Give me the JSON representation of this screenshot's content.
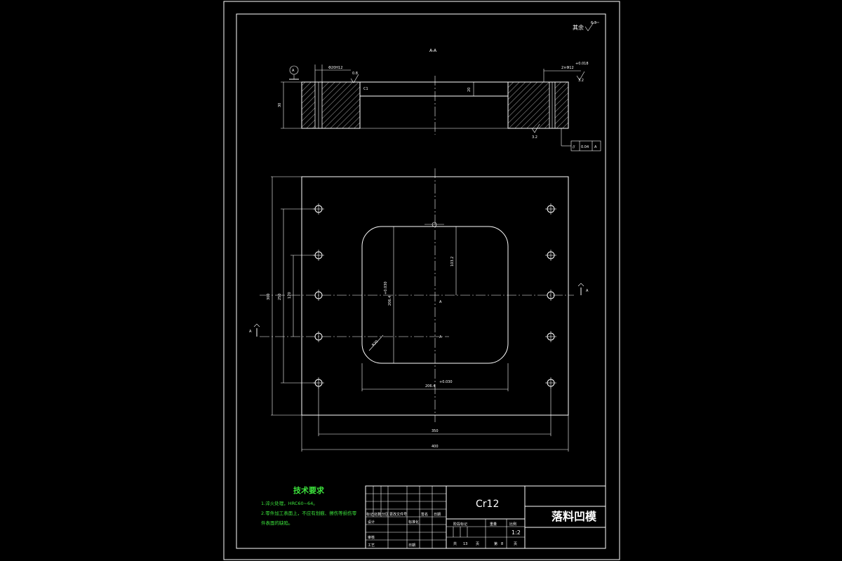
{
  "section_label": "A-A",
  "roughness_note": "其余",
  "roughness_note_value": "6.3",
  "datum": "A",
  "section_view": {
    "dim_left_hole": "Φ20H12",
    "dim_right_hole": "2×Φ12",
    "dim_right_hole_tol": "+0.018",
    "roughness_top": "0.8",
    "roughness_right": "3.2",
    "roughness_bottom": "3.2",
    "thickness": "30",
    "step_depth": "20",
    "chamfer": "C1",
    "tolerance_frame": [
      "//",
      "0.04",
      "A"
    ]
  },
  "plan_view": {
    "dim_height_outer": "300",
    "dim_height_holes": "250",
    "dim_height_mid": "120",
    "dim_opening_height": "206.4",
    "dim_opening_height_tol": "+0.030",
    "dim_half_height": "103.2",
    "dim_opening_width": "206.4",
    "dim_opening_width_tol": "+0.030",
    "dim_radius": "R30",
    "dim_width_holes": "350",
    "dim_width_outer": "400",
    "cut_label": "A",
    "center_label": "A"
  },
  "tech_requirements": {
    "title": "技术要求",
    "lines": [
      "1.淬火处理，HRC60~64。",
      "2.零件加工表面上，不应有划痕、擦伤等损伤零",
      "件表面的缺陷。"
    ]
  },
  "title_block": {
    "material": "Cr12",
    "part_name": "落料凹模",
    "row_marks": [
      "标记",
      "处数",
      "分区",
      "更改文件号",
      "签名",
      "日期"
    ],
    "designer_label": "设计",
    "std_label": "标准化",
    "review_label": "审核",
    "process_label": "工艺",
    "approve_label": "批准",
    "date_label": "日期",
    "stage_label": "阶段标记",
    "weight_label": "重量",
    "scale_label": "比例",
    "scale": "1:2",
    "sheets_total_prefix": "共",
    "sheets_total": "13",
    "sheets_unit": "页",
    "sheet_no_prefix": "第",
    "sheet_no": "8",
    "sheet_unit2": "页"
  }
}
